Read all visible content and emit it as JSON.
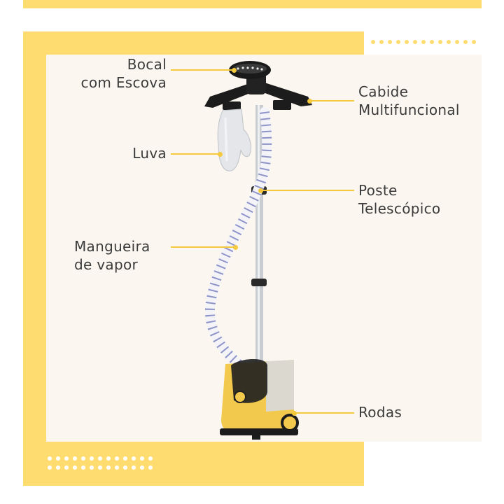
{
  "colors": {
    "accent": "#fedc6f",
    "line": "#f4c93e",
    "panel": "#fbf7f0",
    "text": "#3b3b3b"
  },
  "labels": {
    "nozzle": {
      "line1": "Bocal",
      "line2": "com Escova"
    },
    "hanger": {
      "line1": "Cabide",
      "line2": "Multifuncional"
    },
    "glove": {
      "line1": "Luva"
    },
    "pole": {
      "line1": "Poste",
      "line2": "Telescópico"
    },
    "hose": {
      "line1": "Mangueira",
      "line2": "de vapor"
    },
    "wheels": {
      "line1": "Rodas"
    }
  },
  "icons": [
    "garment-steamer-illustration"
  ]
}
